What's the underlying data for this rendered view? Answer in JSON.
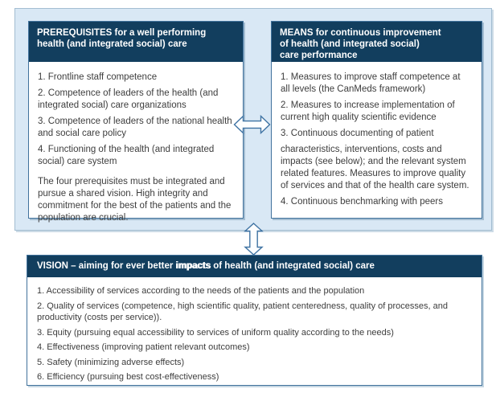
{
  "colors": {
    "panel_bg": "#d9e8f5",
    "panel_border": "#a3bdd1",
    "header_bg": "#123e5e",
    "box_border": "#41729c",
    "body_text": "#3d3d3d",
    "arrow_stroke": "#3f73a3",
    "arrow_fill": "#fdfeff"
  },
  "prerequisites_box": {
    "header_lines": [
      "PREREQUISITES for a well performing",
      "health (and integrated social) care"
    ],
    "items": [
      "1. Frontline staff competence",
      "2. Competence of leaders of the health (and integrated social) care organizations",
      "3. Competence of leaders of the national health and social care policy",
      "4. Functioning of the health (and integrated social) care system"
    ],
    "closing_note": "The four prerequisites must be integrated and pursue a shared vision. High integrity and commitment for the best of the patients and the population are crucial."
  },
  "means_box": {
    "header_lines": [
      "MEANS for continuous improvement",
      "of health (and integrated social)",
      "care performance"
    ],
    "items": [
      "1. Measures to improve staff competence at all levels (the CanMeds framework)",
      "2. Measures to increase implementation of current high quality scientific evidence",
      "3. Continuous documenting of patient",
      "characteristics, interventions, costs and impacts (see below); and the relevant system related features. Measures to improve quality of services and that of the health care system.",
      "4. Continuous benchmarking with peers"
    ]
  },
  "vision_box": {
    "header_prefix": "VISION – aiming for ever better ",
    "header_emphasis": "impacts",
    "header_suffix": " of health (and integrated social) care",
    "items": [
      "1. Accessibility of services according to the needs of the patients and the population",
      "2. Quality of services (competence, high scientific quality, patient centeredness, quality of processes, and productivity (costs per service)).",
      "3. Equity (pursuing equal accessibility to services of uniform quality according to the needs)",
      "4. Effectiveness (improving patient relevant outcomes)",
      "5. Safety (minimizing adverse effects)",
      "6. Efficiency (pursuing best cost-effectiveness)"
    ]
  },
  "icons": {
    "horizontal_arrow": "double-headed-horizontal-arrow",
    "vertical_arrow": "double-headed-vertical-arrow"
  }
}
